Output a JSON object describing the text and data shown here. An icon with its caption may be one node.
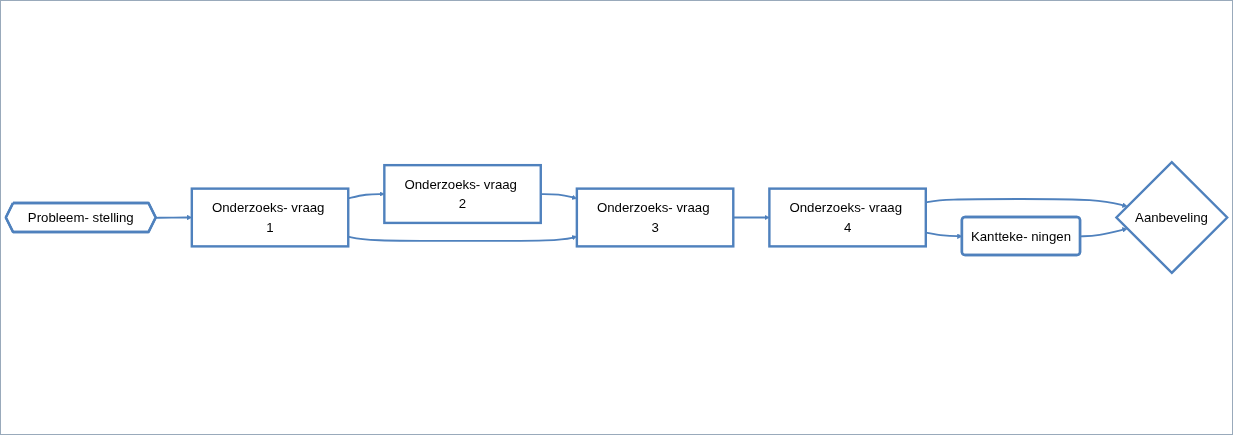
{
  "diagram": {
    "nodes": [
      {
        "text": [
          "Probleem- stelling"
        ]
      },
      {
        "text": [
          "Onderzoeks- vraag 1"
        ]
      },
      {
        "text": [
          "Onderzoeks- vraag 2"
        ]
      },
      {
        "text": [
          "Onderzoeks- vraag 3"
        ]
      },
      {
        "text": [
          "Onderzoeks- vraag 4"
        ]
      },
      {
        "text": [
          "Kantteke- ningen"
        ]
      },
      {
        "text": [
          "Aanbeveling"
        ]
      }
    ],
    "edges": [
      {
        "from": 0,
        "to": 1,
        "arrow": "to"
      },
      {
        "from": 1,
        "to": 2,
        "arrow": "to"
      },
      {
        "from": 2,
        "to": 3,
        "arrow": "to"
      },
      {
        "from": 1,
        "to": 3,
        "arrow": "to"
      },
      {
        "from": 3,
        "to": 4,
        "arrow": "to"
      },
      {
        "from": 4,
        "to": 5,
        "arrow": "to"
      },
      {
        "from": 4,
        "to": 6,
        "arrow": "to"
      },
      {
        "from": 5,
        "to": 6,
        "arrow": "to"
      }
    ]
  }
}
